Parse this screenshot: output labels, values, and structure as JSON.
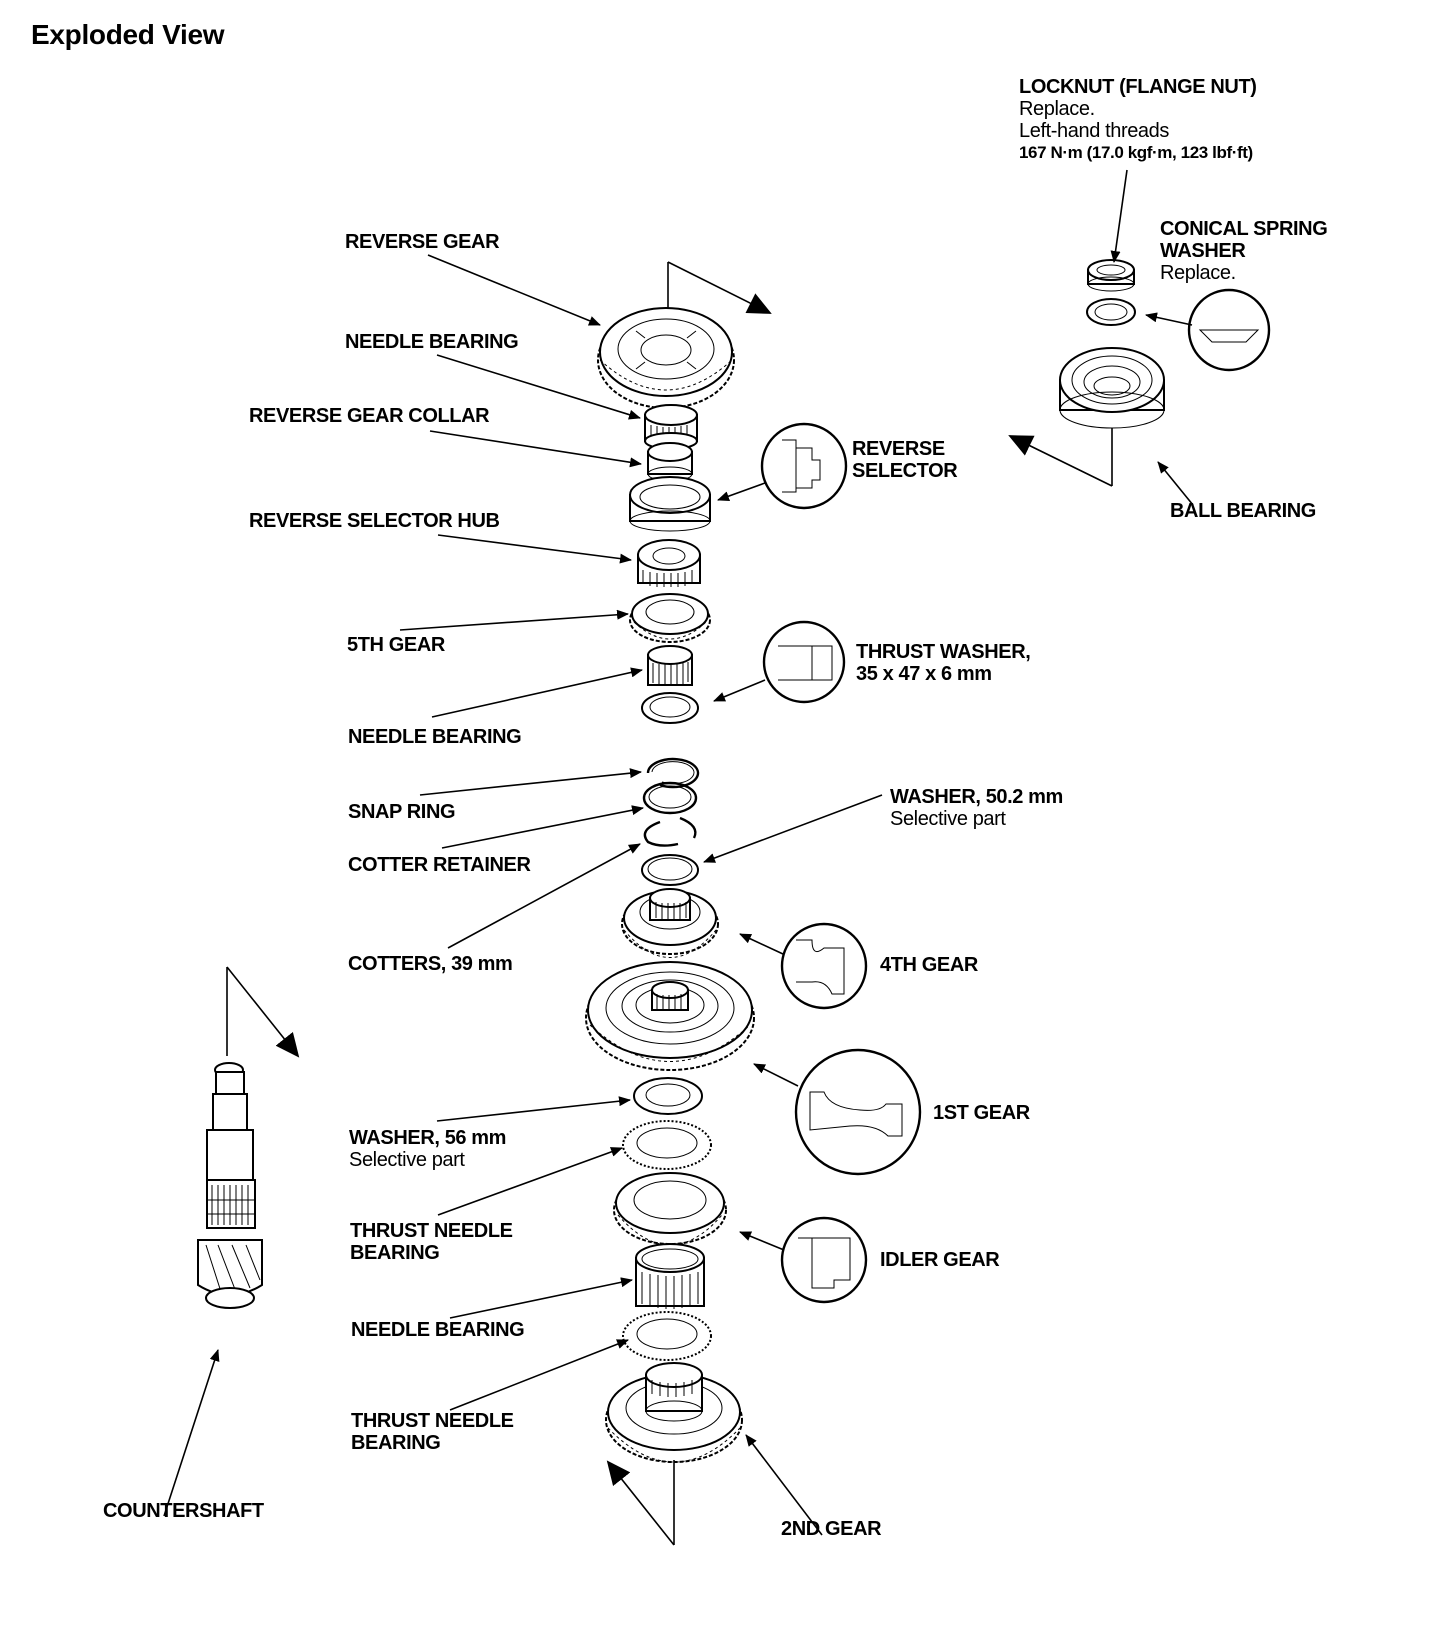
{
  "title": "Exploded View",
  "callouts": {
    "locknut": {
      "name": "LOCKNUT (FLANGE NUT)",
      "note1": "Replace.",
      "note2": "Left-hand threads",
      "torque": "167 N·m (17.0 kgf·m, 123 lbf·ft)"
    },
    "conical_spring_washer": {
      "line1": "CONICAL SPRING",
      "line2": "WASHER",
      "note": "Replace."
    },
    "ball_bearing": {
      "name": "BALL BEARING"
    },
    "reverse_gear": {
      "name": "REVERSE GEAR"
    },
    "needle_bearing_1": {
      "name": "NEEDLE BEARING"
    },
    "reverse_gear_collar": {
      "name": "REVERSE GEAR COLLAR"
    },
    "reverse_selector": {
      "line1": "REVERSE",
      "line2": "SELECTOR"
    },
    "reverse_selector_hub": {
      "name": "REVERSE SELECTOR HUB"
    },
    "fifth_gear": {
      "name": "5TH GEAR"
    },
    "thrust_washer": {
      "line1": "THRUST WASHER,",
      "line2": "35 x 47 x 6 mm"
    },
    "needle_bearing_2": {
      "name": "NEEDLE BEARING"
    },
    "snap_ring": {
      "name": "SNAP RING"
    },
    "cotter_retainer": {
      "name": "COTTER RETAINER"
    },
    "washer_502": {
      "name": "WASHER, 50.2 mm",
      "note": "Selective part"
    },
    "cotters": {
      "name": "COTTERS, 39 mm"
    },
    "fourth_gear": {
      "name": "4TH GEAR"
    },
    "first_gear": {
      "name": "1ST GEAR"
    },
    "washer_56": {
      "name": "WASHER, 56 mm",
      "note": "Selective part"
    },
    "thrust_needle_bearing_1": {
      "line1": "THRUST NEEDLE",
      "line2": "BEARING"
    },
    "idler_gear": {
      "name": "IDLER GEAR"
    },
    "needle_bearing_3": {
      "name": "NEEDLE BEARING"
    },
    "thrust_needle_bearing_2": {
      "line1": "THRUST NEEDLE",
      "line2": "BEARING"
    },
    "second_gear": {
      "name": "2ND GEAR"
    },
    "countershaft": {
      "name": "COUNTERSHAFT"
    }
  }
}
